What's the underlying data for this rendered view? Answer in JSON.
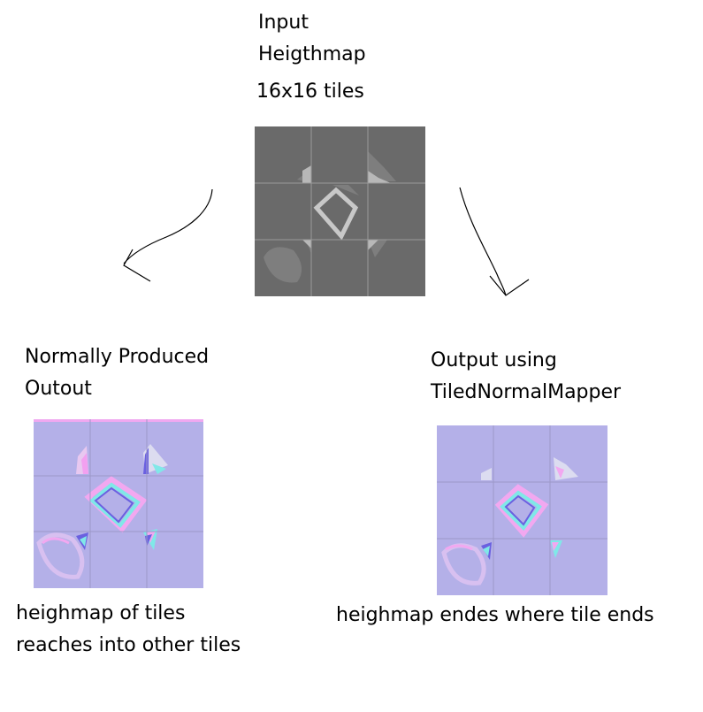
{
  "input": {
    "title_line1": "Input",
    "title_line2": "Heigthmap",
    "subtitle": "16x16 tiles"
  },
  "left": {
    "title_line1": "Normally Produced",
    "title_line2": "Outout",
    "caption_line1": "heighmap of tiles",
    "caption_line2": "reaches into other tiles"
  },
  "right": {
    "title_line1": "Output using",
    "title_line2": "TiledNormalMapper",
    "caption": "heighmap endes where tile ends"
  },
  "colors": {
    "heightmap_bg": "#6a6a6a",
    "heightmap_grid": "#9a9a9a",
    "heightmap_shape": "#b8b8b8",
    "heightmap_shape_light": "#d8d8d8",
    "heightmap_bump": "#7e7e7e",
    "normal_bg": "#b4b0e8",
    "normal_grid": "#9c98c8",
    "normal_pink": "#f2a8f0",
    "normal_cyan": "#80e8e8",
    "normal_blue": "#6a60e0",
    "normal_light": "#dcdcf0",
    "arrow": "#000000"
  }
}
